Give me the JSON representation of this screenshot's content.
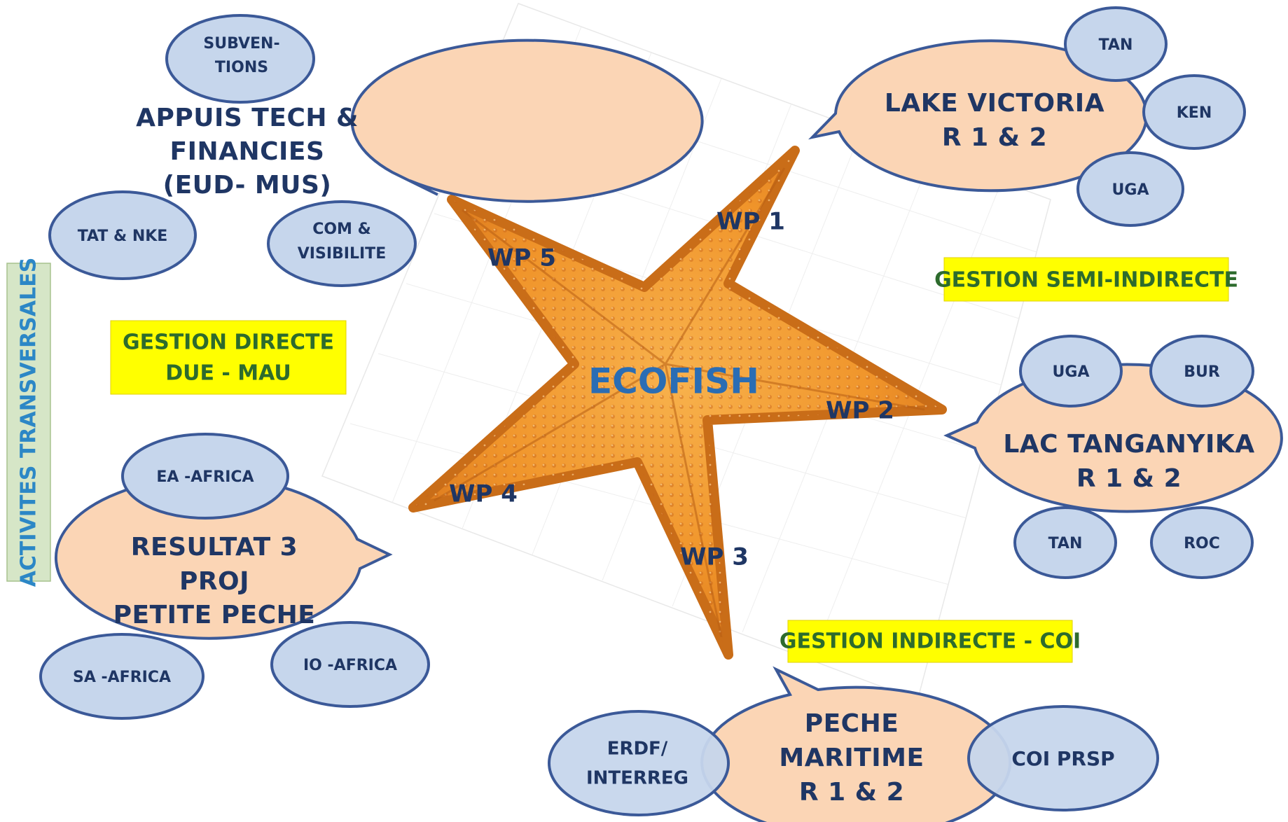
{
  "center": {
    "title": "ECOFISH"
  },
  "work_packages": [
    "WP 1",
    "WP 2",
    "WP 3",
    "WP 4",
    "WP 5"
  ],
  "side_label": "ACTIVITES TRANSVERSALES",
  "management": {
    "direct": {
      "line1": "GESTION  DIRECTE",
      "line2": "DUE  -  MAU"
    },
    "semi_indirect": "GESTION  SEMI-INDIRECTE",
    "indirect": "GESTION  INDIRECTE  -  COI"
  },
  "appuis": {
    "lines": [
      "APPUIS TECH &",
      "FINANCIES",
      "(EUD- MUS)"
    ],
    "subventions": [
      "SUBVEN-",
      "TIONS"
    ],
    "tat": "TAT & NKE",
    "com": [
      "COM &",
      "VISIBILITE"
    ]
  },
  "lake_victoria": {
    "lines": [
      "LAKE  VICTORIA",
      "R 1 & 2"
    ],
    "tags": [
      "TAN",
      "KEN",
      "UGA"
    ]
  },
  "lac_tanganyika": {
    "lines": [
      "LAC  TANGANYIKA",
      "R 1 & 2"
    ],
    "tags": [
      "UGA",
      "BUR",
      "TAN",
      "ROC"
    ]
  },
  "resultat": {
    "lines": [
      "RESULTAT  3",
      "PROJ",
      "PETITE  PECHE"
    ],
    "tags": [
      "EA -AFRICA",
      "SA -AFRICA",
      "IO -AFRICA"
    ]
  },
  "peche": {
    "lines": [
      "PECHE",
      "MARITIME",
      "R 1 & 2"
    ],
    "tags": [
      [
        "ERDF/",
        "INTERREG"
      ],
      "COI  PRSP"
    ]
  },
  "colors": {
    "bubble_fill": "#fbd5b5",
    "bubble_stroke": "#3b5998",
    "tag_fill": "#c6d6ec",
    "tag_stroke": "#3b5998",
    "badge_fill": "#ffff00",
    "side_fill": "#d6e6c7",
    "starfish": "#f0952b"
  }
}
